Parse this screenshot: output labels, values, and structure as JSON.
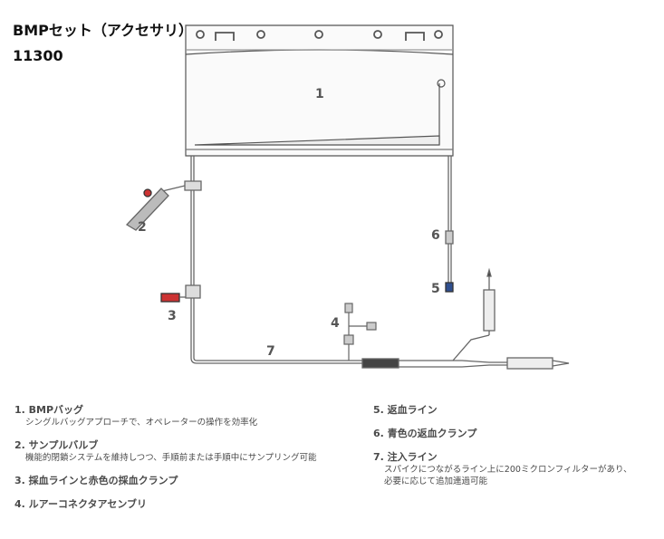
{
  "title": "BMPセット（アクセサリ）",
  "code": "11300",
  "callouts": [
    "1",
    "2",
    "3",
    "4",
    "5",
    "6",
    "7"
  ],
  "legend_left": [
    {
      "head": "1. BMPバッグ",
      "desc": "シングルバッグアプローチで、オペレーターの操作を効率化"
    },
    {
      "head": "2. サンプルバルブ",
      "desc": "機能的閉鎖システムを維持しつつ、手順前または手順中にサンプリング可能"
    },
    {
      "head": "3. 採血ラインと赤色の採血クランプ",
      "desc": ""
    },
    {
      "head": "4. ルアーコネクタアセンブリ",
      "desc": ""
    }
  ],
  "legend_right": [
    {
      "head": "5. 返血ライン",
      "desc": ""
    },
    {
      "head": "6. 青色の返血クランプ",
      "desc": ""
    },
    {
      "head": "7. 注入ライン",
      "desc": "スパイクにつながるライン上に200ミクロンフィルターがあり、",
      "desc2": "必要に応じて追加連過可能"
    }
  ]
}
